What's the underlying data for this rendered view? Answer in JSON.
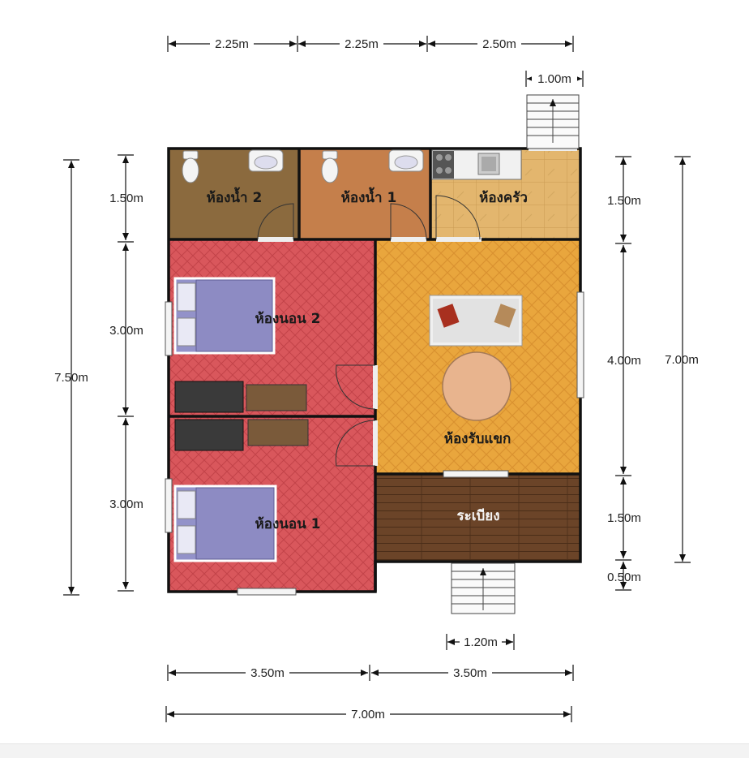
{
  "rooms": {
    "bath2": "ห้องน้ำ 2",
    "bath1": "ห้องน้ำ 1",
    "kitchen": "ห้องครัว",
    "bed2": "ห้องนอน 2",
    "bed1": "ห้องนอน 1",
    "living": "ห้องรับแขก",
    "veranda": "ระเบียง"
  },
  "dimensions": {
    "top1": "2.25m",
    "top2": "2.25m",
    "top3": "2.50m",
    "stair_top": "1.00m",
    "left_1": "1.50m",
    "left_2": "3.00m",
    "left_3": "3.00m",
    "left_total": "7.50m",
    "right_1": "1.50m",
    "right_2": "4.00m",
    "right_3": "1.50m",
    "right_4": "0.50m",
    "right_total": "7.00m",
    "stair_bottom": "1.20m",
    "bottom1": "3.50m",
    "bottom2": "3.50m",
    "bottom_total": "7.00m"
  },
  "colors": {
    "bath2_floor": "#8b6a3e",
    "bath1_floor": "#c57f4b",
    "kitchen_floor": "#e3b66e",
    "bedroom_floor": "#d9575c",
    "living_floor": "#e9a63d",
    "veranda_floor": "#6b4428",
    "wall": "#111111"
  }
}
